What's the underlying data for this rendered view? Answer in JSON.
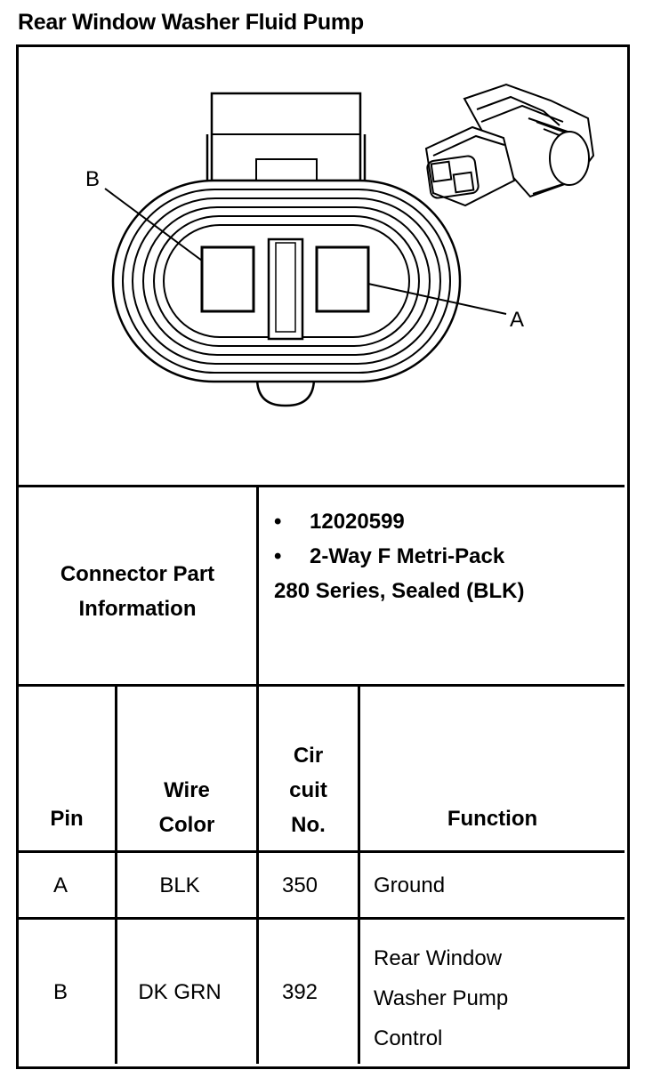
{
  "title": "Rear Window Washer Fluid Pump",
  "diagram": {
    "pin_b_label": "B",
    "pin_a_label": "A"
  },
  "connector_info": {
    "label_line1": "Connector Part",
    "label_line2": "Information",
    "bullets": [
      "12020599",
      "2-Way F Metri-Pack"
    ],
    "continuation": "280 Series, Sealed (BLK)"
  },
  "table": {
    "headers": {
      "pin": "Pin",
      "wire_color": [
        "Wire",
        "Color"
      ],
      "circuit": [
        "Cir",
        "cuit",
        "No."
      ],
      "function": "Function"
    },
    "rows": [
      {
        "pin": "A",
        "wire_color": "BLK",
        "circuit": "350",
        "function": [
          "Ground"
        ]
      },
      {
        "pin": "B",
        "wire_color": "DK GRN",
        "circuit": "392",
        "function": [
          "Rear Window",
          "Washer Pump",
          "Control"
        ]
      }
    ]
  }
}
